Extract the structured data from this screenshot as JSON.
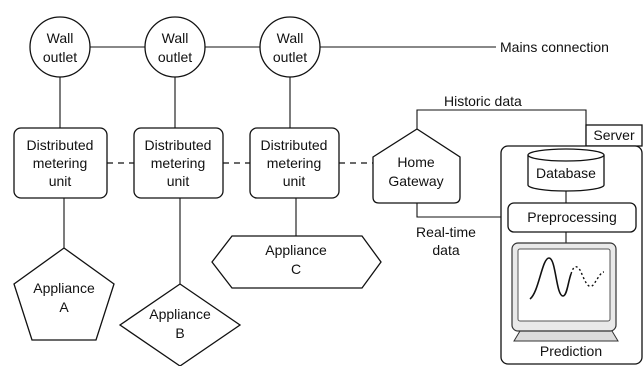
{
  "outlets": [
    {
      "line1": "Wall",
      "line2": "outlet"
    },
    {
      "line1": "Wall",
      "line2": "outlet"
    },
    {
      "line1": "Wall",
      "line2": "outlet"
    }
  ],
  "mains_label": "Mains connection",
  "meters": [
    {
      "line1": "Distributed",
      "line2": "metering",
      "line3": "unit"
    },
    {
      "line1": "Distributed",
      "line2": "metering",
      "line3": "unit"
    },
    {
      "line1": "Distributed",
      "line2": "metering",
      "line3": "unit"
    }
  ],
  "appliances": [
    {
      "line1": "Appliance",
      "line2": "A"
    },
    {
      "line1": "Appliance",
      "line2": "B"
    },
    {
      "line1": "Appliance",
      "line2": "C"
    }
  ],
  "gateway": {
    "line1": "Home",
    "line2": "Gateway"
  },
  "historic_label": "Historic data",
  "realtime_label": {
    "line1": "Real-time",
    "line2": "data"
  },
  "server": {
    "tab_label": "Server",
    "database_label": "Database",
    "preprocessing_label": "Preprocessing",
    "prediction_label": "Prediction"
  }
}
